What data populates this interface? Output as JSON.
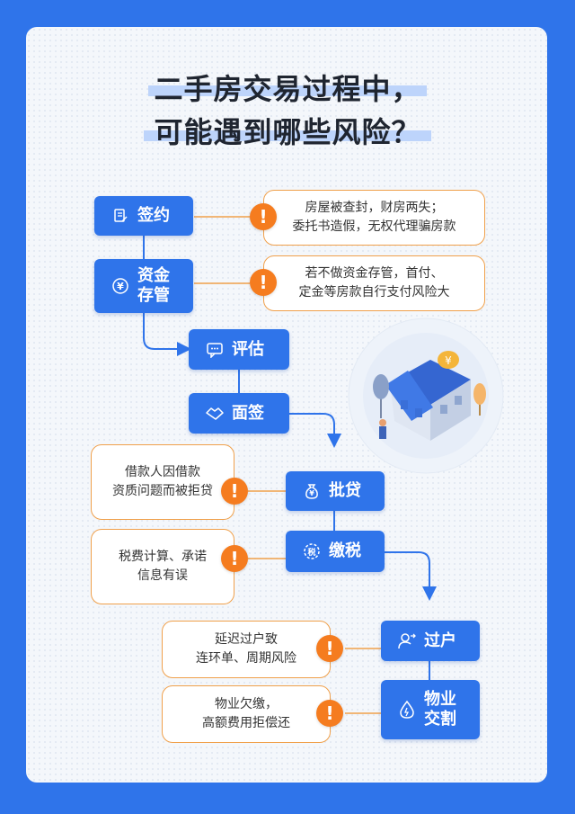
{
  "title": {
    "line1": "二手房交易过程中，",
    "line2": "可能遇到哪些风险？"
  },
  "steps": [
    {
      "label": "签约",
      "icon": "document-pen-icon"
    },
    {
      "label": "资金存管",
      "icon": "yuan-coin-icon"
    },
    {
      "label": "评估",
      "icon": "chat-bubble-icon"
    },
    {
      "label": "面签",
      "icon": "handshake-icon"
    },
    {
      "label": "批贷",
      "icon": "money-bag-icon"
    },
    {
      "label": "缴税",
      "icon": "tax-stamp-icon"
    },
    {
      "label": "过户",
      "icon": "user-transfer-icon"
    },
    {
      "label": "物业交割",
      "icon": "water-drop-icon"
    }
  ],
  "risks": [
    {
      "line1": "房屋被查封，财房两失；",
      "line2": "委托书造假，无权代理骗房款"
    },
    {
      "line1": "若不做资金存管，首付、",
      "line2": "定金等房款自行支付风险大"
    },
    {
      "line1": "借款人因借款",
      "line2": "资质问题而被拒贷"
    },
    {
      "line1": "税费计算、承诺",
      "line2": "信息有误"
    },
    {
      "line1": "延迟过户致",
      "line2": "连环单、周期风险"
    },
    {
      "line1": "物业欠缴，",
      "line2": "高额费用拒偿还"
    }
  ],
  "warning_symbol": "!",
  "colors": {
    "primary": "#2f74ea",
    "warning": "#f57c1f",
    "risk_border": "#f0a04b"
  }
}
